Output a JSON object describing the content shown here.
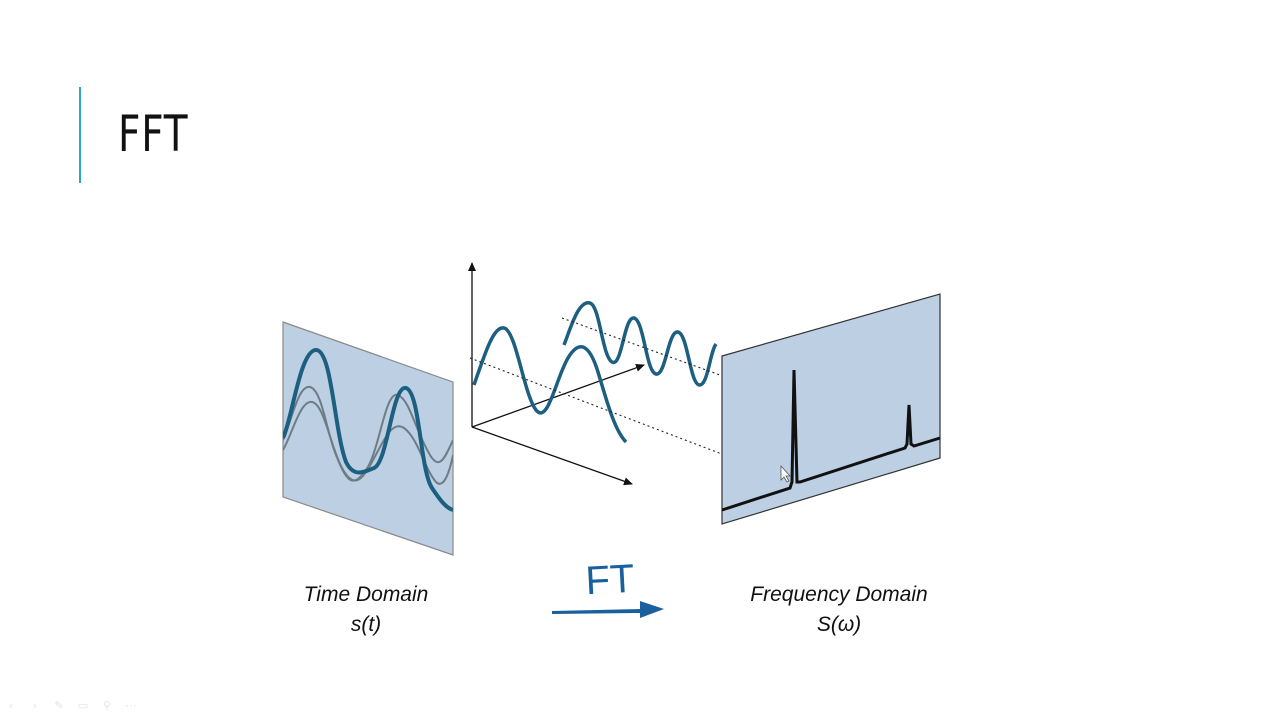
{
  "slide": {
    "title": "FFT"
  },
  "diagram": {
    "time_domain_caption": "Time Domain",
    "time_domain_symbol": "s(t)",
    "transform_label": "FT",
    "frequency_domain_caption": "Frequency Domain",
    "frequency_domain_symbol": "S(ω)",
    "colors": {
      "panel_fill": "#bccfe3",
      "signal_bold": "#1d5f80",
      "signal_thin": "#6e7c86",
      "arrow": "#1a5f9e",
      "accent": "#2aa8c9"
    }
  },
  "toolbar": {
    "icons": [
      "previous-icon",
      "next-icon",
      "pen-icon",
      "slides-icon",
      "zoom-icon",
      "more-icon"
    ],
    "glyphs": [
      "‹",
      "›",
      "✎",
      "▭",
      "⚲",
      "⋯"
    ]
  }
}
